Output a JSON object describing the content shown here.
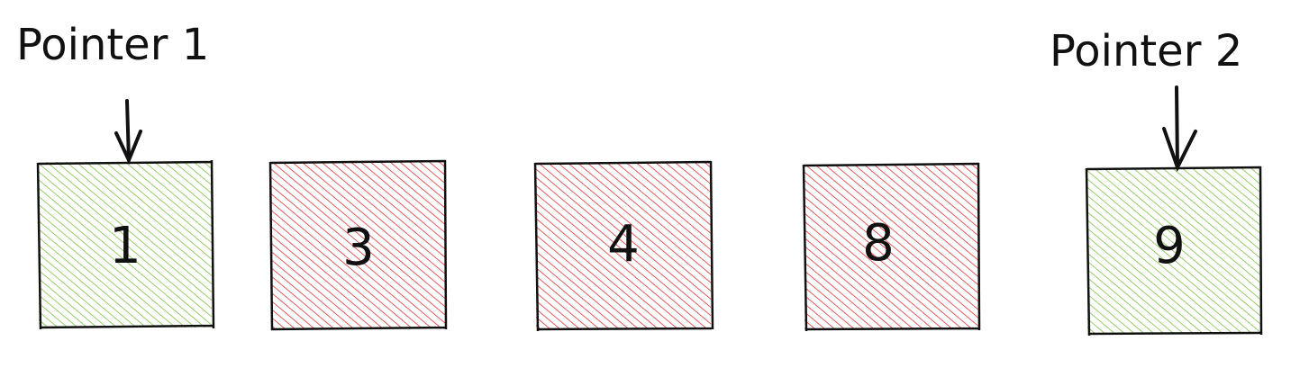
{
  "pointers": [
    {
      "label": "Pointer 1",
      "target_index": 0
    },
    {
      "label": "Pointer 2",
      "target_index": 4
    }
  ],
  "cells": [
    {
      "value": "1",
      "state": "pointed",
      "color": "#7ac143"
    },
    {
      "value": "3",
      "state": "skipped",
      "color": "#e03131"
    },
    {
      "value": "4",
      "state": "skipped",
      "color": "#e03131"
    },
    {
      "value": "8",
      "state": "skipped",
      "color": "#e03131"
    },
    {
      "value": "9",
      "state": "pointed",
      "color": "#7ac143"
    }
  ],
  "colors": {
    "stroke": "#111111",
    "background": "#ffffff"
  }
}
